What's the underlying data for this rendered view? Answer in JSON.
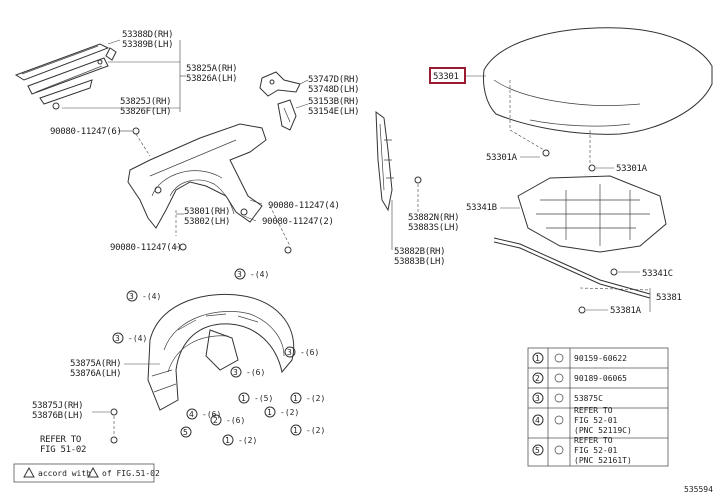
{
  "labels": {
    "fender_trim_1": "53388D(RH)",
    "fender_trim_2": "53389B(LH)",
    "fender_seal_1": "53825A(RH)",
    "fender_seal_2": "53826A(LH)",
    "fender_seal_3": "53825J(RH)",
    "fender_seal_4": "53826F(LH)",
    "bolt_top": "90080-11247(6)",
    "bracket_1": "53747D(RH)",
    "bracket_2": "53748D(LH)",
    "bracket_3": "53153B(RH)",
    "bracket_4": "53154E(LH)",
    "fender_1": "53801(RH)",
    "fender_2": "53802(LH)",
    "bolt_mid_1": "90080-11247(4)",
    "bolt_mid_2": "90080-11247(2)",
    "bolt_bot": "90080-11247(4)",
    "hood": "53301",
    "hood_a_left": "53301A",
    "hood_a_right": "53301A",
    "insulator": "53341B",
    "insulator_c": "53341C",
    "seal_strip": "53381",
    "seal_strip_a": "53381A",
    "side_seal_1": "53882N(RH)",
    "side_seal_2": "53883S(LH)",
    "side_seal_3": "53882B(RH)",
    "side_seal_4": "53883B(LH)",
    "liner_1": "53875A(RH)",
    "liner_2": "53876A(LH)",
    "liner_3": "53875J(RH)",
    "liner_4": "53876B(LH)",
    "refer_1": "REFER TO",
    "refer_2": "FIG 51-02",
    "footer_note_a": "accord with",
    "footer_note_b": "of FIG.51-02",
    "diagram_id": "535594"
  },
  "callouts": [
    {
      "num": "3",
      "qty": "(4)"
    },
    {
      "num": "3",
      "qty": "(4)"
    },
    {
      "num": "3",
      "qty": "(4)"
    },
    {
      "num": "3",
      "qty": "(6)"
    },
    {
      "num": "3",
      "qty": "(6)"
    },
    {
      "num": "1",
      "qty": "(2)"
    },
    {
      "num": "1",
      "qty": "(2)"
    },
    {
      "num": "1",
      "qty": "(2)"
    },
    {
      "num": "1",
      "qty": "(2)"
    },
    {
      "num": "4",
      "qty": "(6)"
    },
    {
      "num": "2",
      "qty": "(6)"
    },
    {
      "num": "5",
      "qty": ""
    },
    {
      "num": "1",
      "qty": "(5)"
    }
  ],
  "legend": [
    {
      "num": "1",
      "line1": "90159-60622",
      "line2": "",
      "line3": ""
    },
    {
      "num": "2",
      "line1": "90189-06065",
      "line2": "",
      "line3": ""
    },
    {
      "num": "3",
      "line1": "53875C",
      "line2": "",
      "line3": ""
    },
    {
      "num": "4",
      "line1": "REFER TO",
      "line2": "FIG 52-01",
      "line3": "(PNC 52119C)"
    },
    {
      "num": "5",
      "line1": "REFER TO",
      "line2": "FIG 52-01",
      "line3": "(PNC 52161T)"
    }
  ]
}
